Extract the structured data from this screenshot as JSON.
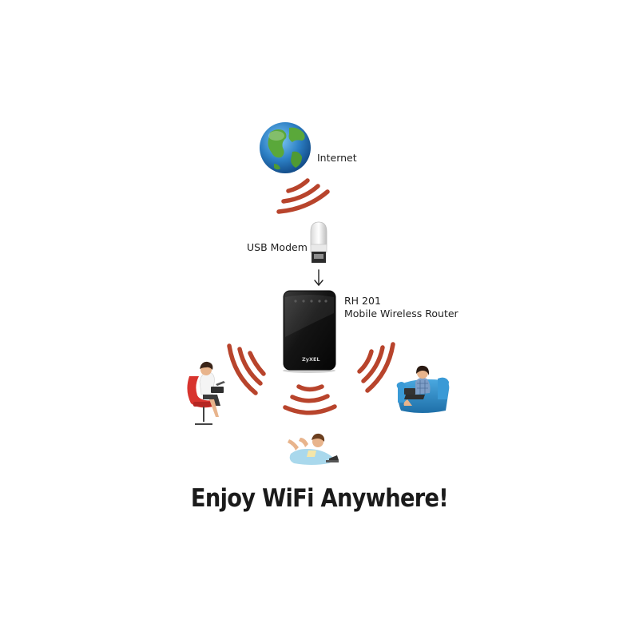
{
  "labels": {
    "internet": "Internet",
    "usb_modem": "USB Modem",
    "router_model": "RH 201",
    "router_name": "Mobile Wireless Router",
    "router_brand": "ZyXEL"
  },
  "headline": "Enjoy WiFi Anywhere!",
  "colors": {
    "signal_wave": "#b8442c",
    "router_body": "#1a1a1a",
    "globe_ocean": "#2c7fc4",
    "globe_land": "#5aa83a",
    "sofa": "#2b8ecc",
    "chair": "#d8342e"
  },
  "icons": [
    "globe-icon",
    "usb-modem-icon",
    "router-icon",
    "arrow-down-icon",
    "woman-chair-icon",
    "woman-sofa-icon",
    "girl-lying-icon"
  ]
}
